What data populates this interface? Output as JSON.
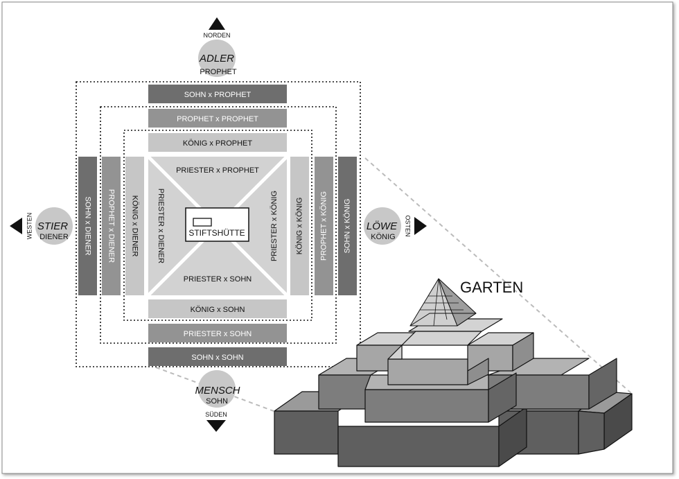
{
  "directions": {
    "north": "NORDEN",
    "south": "SÜDEN",
    "west": "WESTEN",
    "east": "OSTEN"
  },
  "emblems": {
    "north": {
      "beast": "ADLER",
      "role": "PROPHET"
    },
    "south": {
      "beast": "MENSCH",
      "role": "SOHN"
    },
    "west": {
      "beast": "STIER",
      "role": "DIENER"
    },
    "east": {
      "beast": "LÖWE",
      "role": "KÖNIG"
    }
  },
  "bars": {
    "top_outer": "SOHN x PROPHET",
    "top_middle": "PROPHET x PROPHET",
    "top_inner": "KÖNIG x PROPHET",
    "bottom_inner": "KÖNIG x SOHN",
    "bottom_middle": "PRIESTER x SOHN",
    "bottom_outer": "SOHN x SOHN",
    "left_outer": "SOHN x DIENER",
    "left_middle": "PROPHET x DIENER",
    "left_inner": "KÖNIG x DIENER",
    "right_inner": "KÖNIG x KÖNIG",
    "right_middle": "PROPHET x KÖNIG",
    "right_outer": "SOHN x KÖNIG"
  },
  "center": {
    "top": "PRIESTER x PROPHET",
    "bottom": "PRIESTER x SOHN",
    "left": "PRIESTER x DIENER",
    "right": "PRIESTER x KÖNIG",
    "tabernacle": "STIFTSHÜTTE"
  },
  "garden_label": "GARTEN",
  "colors": {
    "dark_bar": "#6e6e6e",
    "mid_bar": "#939393",
    "light_bar": "#c6c6c6",
    "center_fill": "#d2d2d2",
    "emblem": "#c8c8c8"
  }
}
